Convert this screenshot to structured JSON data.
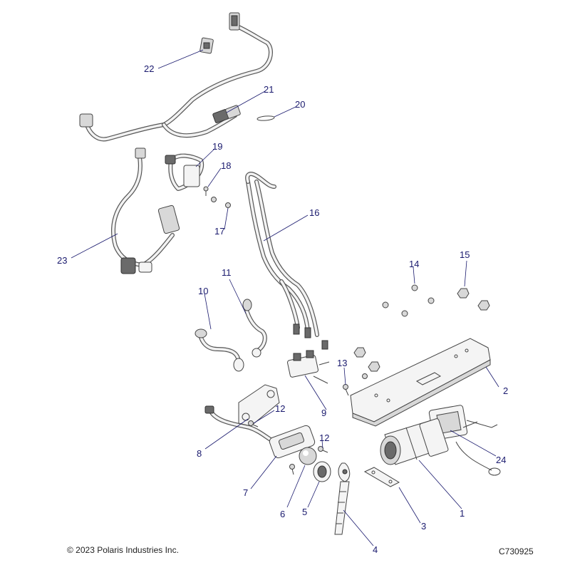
{
  "copyright": "© 2023 Polaris Industries Inc.",
  "drawing_number": "C730925",
  "callouts": {
    "c1": "1",
    "c2": "2",
    "c3": "3",
    "c4": "4",
    "c5": "5",
    "c6": "6",
    "c7": "7",
    "c8": "8",
    "c9": "9",
    "c10": "10",
    "c11": "11",
    "c12a": "12",
    "c12b": "12",
    "c13": "13",
    "c14": "14",
    "c15": "15",
    "c16": "16",
    "c17": "17",
    "c18": "18",
    "c19": "19",
    "c20": "20",
    "c21": "21",
    "c22": "22",
    "c23": "23",
    "c24": "24"
  }
}
